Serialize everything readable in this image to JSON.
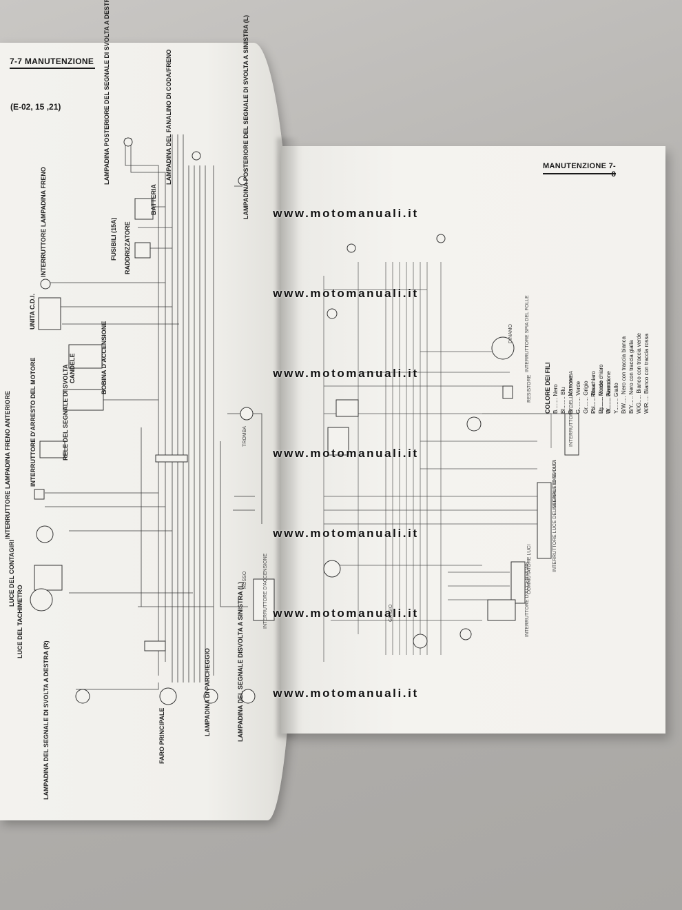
{
  "left_page": {
    "header": "7-7  MANUTENZIONE",
    "models": "(E-02, 15 ,21)",
    "labels": {
      "rear_turn_right": "LAMPADINA POSTERIORE DEL SEGNALE DI SVOLTA A DESTRA (R)",
      "tail_lamp": "LAMPADINA DEL FANALINO DI CODA/FRENO",
      "rear_turn_left": "LAMPADINA POSTERIORE DEL SEGNALE DI SVOLTA A SINISTRA (L)",
      "battery": "BATTERIA",
      "fuse": "FUSIBILI (15A)",
      "rectifier": "RADDRIZZATORE",
      "brake_switch": "INTERRUTTORE LAMPADINA FRENO",
      "cdi": "UNITA C.D.I.",
      "ignition_coil": "BOBINA D'ACCENSIONE",
      "spark_plugs": "CANDELE",
      "engine_stop": "INTERRUTTORE D'ARRESTO DEL MOTORE",
      "turn_relay": "RELE DEL SEGNALE DI SVOLTA",
      "front_brake": "INTERRUTTORE LAMPADINA FRENO ANTERIORE",
      "tacho_light": "LUCE DEL CONTAGIRI",
      "speedo_light": "LUCE DEL TACHIMETRO",
      "front_turn_right": "LAMPADINA DEL SEGNALE DI SVOLTA A DESTRA (R)",
      "headlamp": "FARO PRINCIPALE",
      "parking": "LAMPADINA DI PARCHEGGIO",
      "front_turn_left": "LAMPADINA DEL SEGNALE DISVOLTA A SINISTRA (L)",
      "horn": "TROMBA",
      "ignition_switch": "INTERRUTTORE D'ACCENSIONE",
      "red": "ROSSO"
    }
  },
  "right_page": {
    "header": "MANUTENZIONE  7-8",
    "legend": {
      "title": "COLORE DEI FILI",
      "rows": [
        "B........ Nero",
        "Bl........ Blu",
        "Br....... Marrone",
        "G........ Verde",
        "Gr....... Grigio",
        "Lbl...... Blu chiaro",
        "Lg....... Verde chiaro",
        "O........ Arancione",
        "P........ Rosa",
        "R........ Rosso",
        "W....... Bianco",
        "Y........ Giallo",
        "B/W..... Nero con traccia bianca",
        "B/Y...... Nero con traccia gialla",
        "W/G..... Bianco con traccia verde",
        "W/R..... Bianco con traccia rossa"
      ]
    },
    "labels": {
      "dynamo": "DINAMO",
      "neutral_switch": "INTERRUTTORE SPIA DEL FOLLE",
      "resistor": "RESISTORE",
      "horn_switch": "INTERRUTTORE DELLA TROMBA",
      "turn_switch": "INTERRUTTORE LUCE DEL SEGNALE DI SVOLTA",
      "light_switch": "INTERRUTTORE LUCI",
      "dimmer": "COMMUTATORE LUCI",
      "ignition_switch": "INTERRUTTORE D'ACCENSIONE",
      "grey": "GRIGIO"
    }
  },
  "watermark": "www.motomanuali.it"
}
